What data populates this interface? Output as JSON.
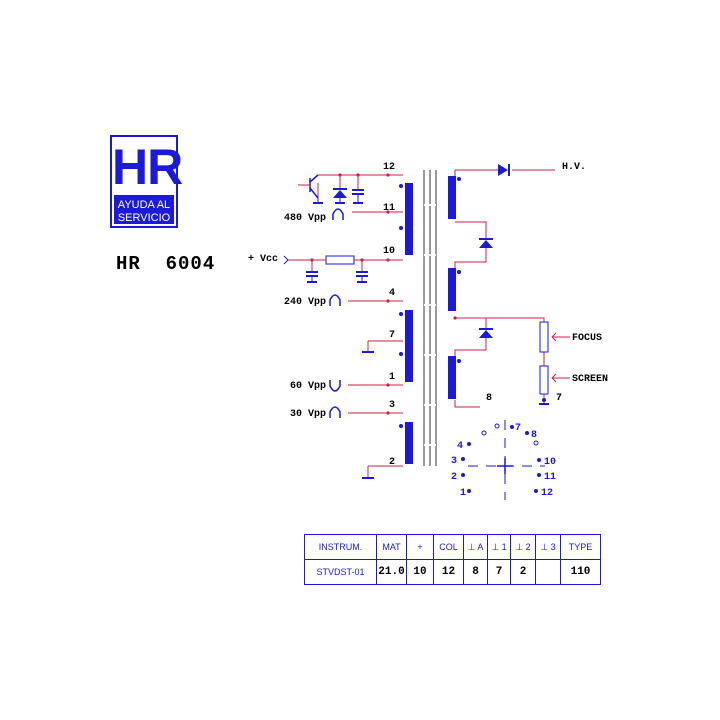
{
  "logo": {
    "mark": "HR",
    "line1": "AYUDA AL",
    "line2": "SERVICIO"
  },
  "model": "HR  6004",
  "schematic": {
    "pins": {
      "p12": "12",
      "p11": "11",
      "p10": "10",
      "p4": "4",
      "p7": "7",
      "p1": "1",
      "p3": "3",
      "p2": "2",
      "p8": "8",
      "p7b": "7"
    },
    "labels": {
      "v480": "480 Vpp",
      "vcc": "+ Vcc",
      "v240": "240 Vpp",
      "v60": "60 Vpp",
      "v30": "30 Vpp",
      "hv": "H.V.",
      "focus": "FOCUS",
      "screen": "SCREEN"
    },
    "pinout": [
      "7",
      "8",
      "4",
      "3",
      "10",
      "2",
      "11",
      "1",
      "12"
    ]
  },
  "spec_table": {
    "headers": [
      "INSTRUM.",
      "MAT",
      "+",
      "COL",
      "⊥ A",
      "⊥ 1",
      "⊥ 2",
      "⊥ 3",
      "TYPE"
    ],
    "values": [
      "STVDST-01",
      "21.0",
      "10",
      "12",
      "8",
      "7",
      "2",
      "",
      "110"
    ]
  },
  "colors": {
    "blue": "#1a1ad8",
    "wire": "#cc2244",
    "black": "#000000"
  }
}
